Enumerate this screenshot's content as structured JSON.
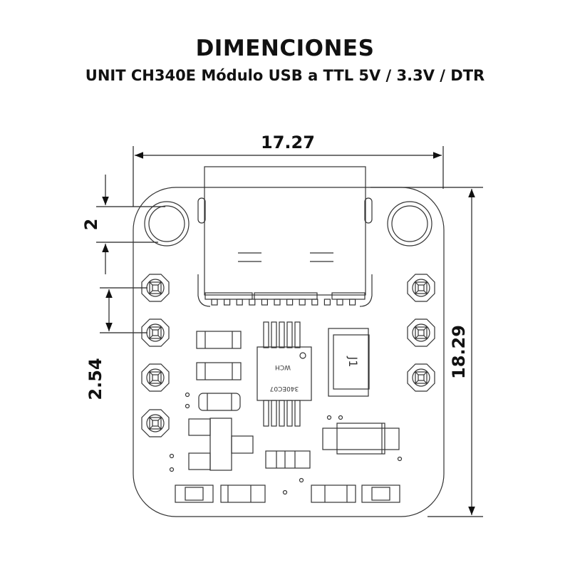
{
  "header": {
    "title": "DIMENCIONES",
    "subtitle": "UNIT CH340E Módulo USB a TTL 5V / 3.3V / DTR"
  },
  "dimensions": {
    "width": "17.27",
    "height": "18.29",
    "hole_offset": "2",
    "pin_pitch": "2.54"
  },
  "chip": {
    "brand": "WCH",
    "part": "340EC07"
  },
  "jumper": {
    "label": "J1"
  }
}
